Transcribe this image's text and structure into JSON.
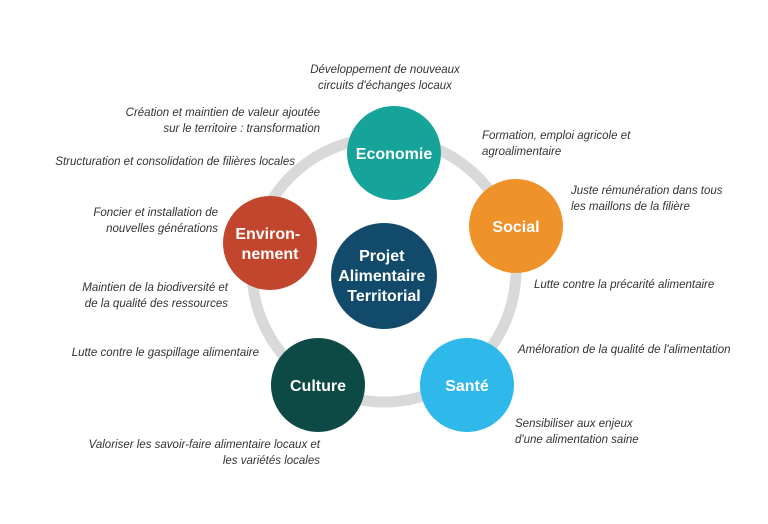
{
  "center": {
    "lines": [
      "Projet",
      "Alimentaire",
      "Territorial"
    ],
    "color": "#124a6c"
  },
  "nodes": {
    "economie": {
      "lines": [
        "Economie"
      ],
      "color": "#16a39a"
    },
    "social": {
      "lines": [
        "Social"
      ],
      "color": "#f0922a"
    },
    "sante": {
      "lines": [
        "Santé"
      ],
      "color": "#2fb9ea"
    },
    "culture": {
      "lines": [
        "Culture"
      ],
      "color": "#0e4a45"
    },
    "environnement": {
      "lines": [
        "Environ-",
        "nement"
      ],
      "color": "#c2462e"
    }
  },
  "ring_color": "#d9d9d9",
  "annotations": {
    "eco_top": [
      "Développement de nouveaux",
      "circuits d'échanges locaux"
    ],
    "eco_left": [
      "Création et maintien de valeur ajoutée",
      "sur le territoire : transformation"
    ],
    "soc_top": [
      "Formation, emploi agricole et",
      "agroalimentaire"
    ],
    "soc_right": [
      "Juste rémunération dans tous",
      "les maillons de la filière"
    ],
    "soc_bottom": [
      "Lutte contre la précarité alimentaire"
    ],
    "san_top": [
      "Améloration de la qualité de l'alimentation"
    ],
    "san_bottom": [
      "Sensibiliser aux enjeux",
      "d'une alimentation saine"
    ],
    "cul_left": [
      "Lutte contre le gaspillage alimentaire"
    ],
    "cul_bottom": [
      "Valoriser les savoir-faire alimentaire locaux et",
      "les variétés locales"
    ],
    "env_top": [
      "Structuration et consolidation de filières locales"
    ],
    "env_left": [
      "Foncier et installation de",
      "nouvelles générations"
    ],
    "env_bottom": [
      "Maintien de la biodiversité et",
      "de la qualité des ressources"
    ]
  }
}
